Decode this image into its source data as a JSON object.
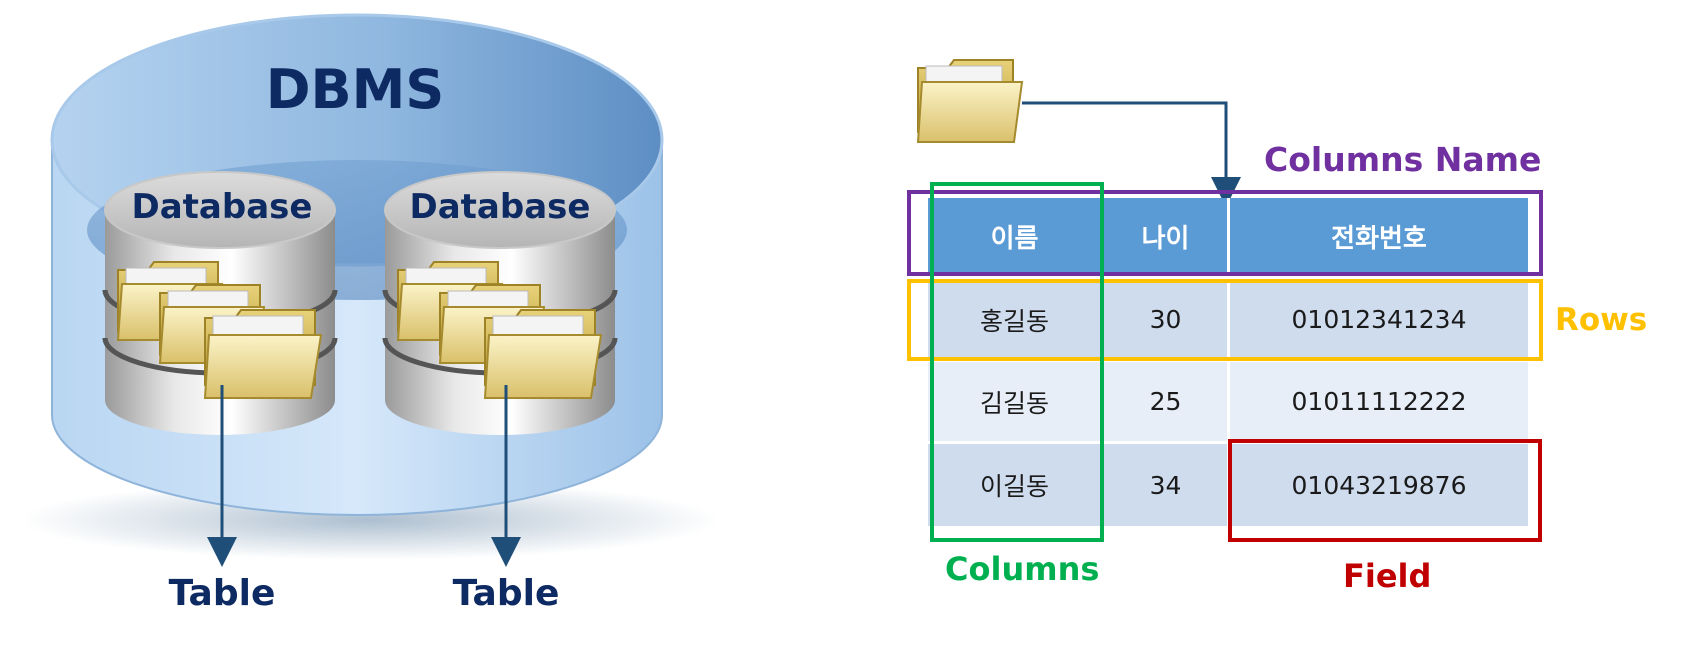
{
  "dbms": {
    "title": "DBMS",
    "databases": [
      {
        "label": "Database",
        "arrow_label": "Table"
      },
      {
        "label": "Database",
        "arrow_label": "Table"
      }
    ]
  },
  "table": {
    "headers": [
      "이름",
      "나이",
      "전화번호"
    ],
    "rows": [
      [
        "홍길동",
        "30",
        "01012341234"
      ],
      [
        "김길동",
        "25",
        "01011112222"
      ],
      [
        "이길동",
        "34",
        "01043219876"
      ]
    ]
  },
  "annotations": {
    "columns_name": "Columns Name",
    "rows": "Rows",
    "columns": "Columns",
    "field": "Field"
  },
  "colors": {
    "dbms_title": "#0e2a63",
    "header_fill": "#5b9bd5",
    "columns_name": "#7030a0",
    "rows": "#ffc000",
    "columns": "#00b050",
    "field": "#c00000",
    "arrow": "#1f4e79"
  }
}
